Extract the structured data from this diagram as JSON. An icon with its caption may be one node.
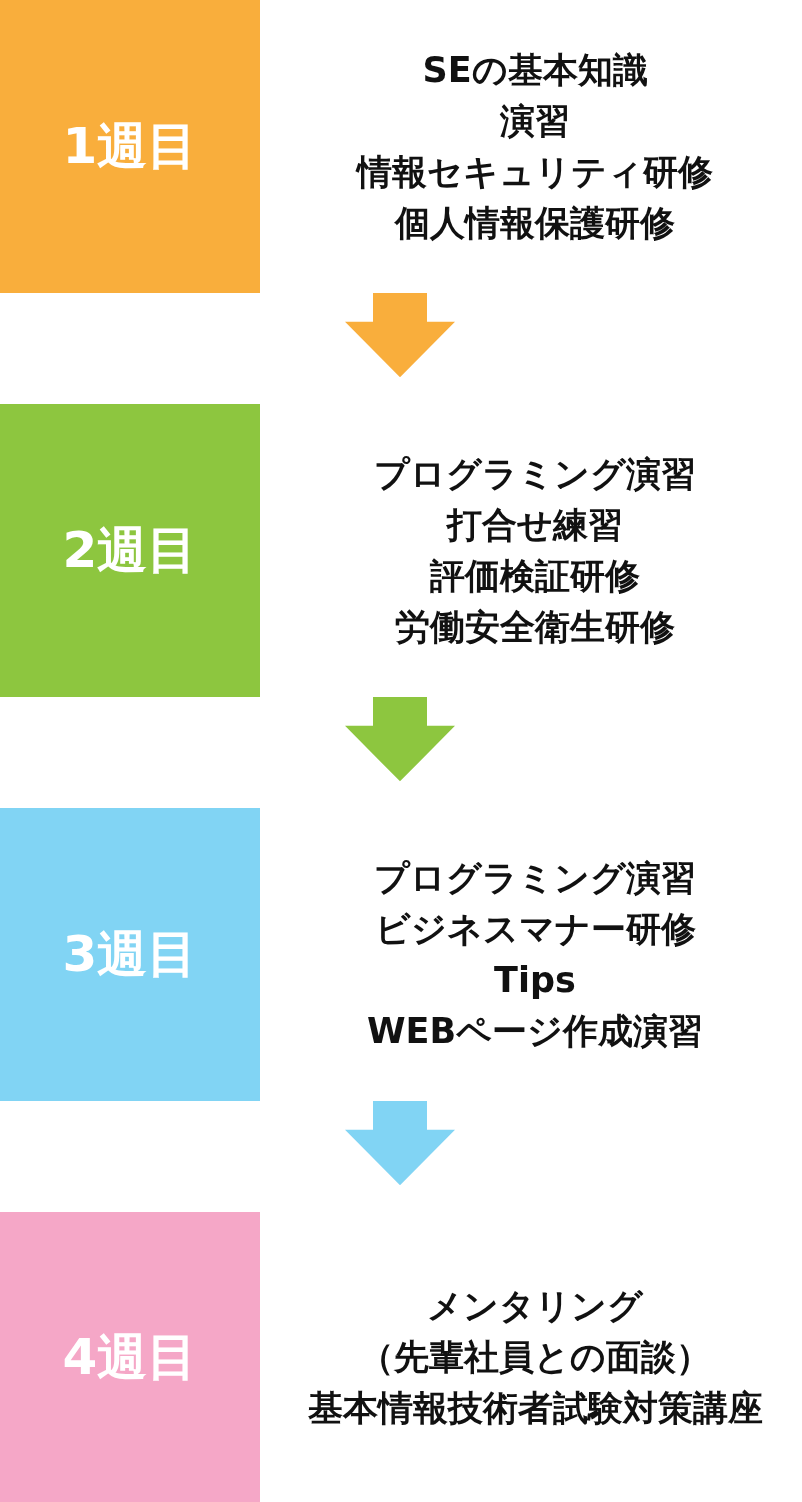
{
  "diagram": {
    "nodes": [
      {
        "text": [
          "1週目"
        ],
        "beside": [
          "SEの基本知識",
          "演習",
          "情報セキュリティ研修",
          "個人情報保護研修"
        ]
      },
      {
        "text": [
          "2週目"
        ],
        "beside": [
          "プログラミング演習",
          "打合せ練習",
          "評価検証研修",
          "労働安全衛生研修"
        ]
      },
      {
        "text": [
          "3週目"
        ],
        "beside": [
          "プログラミング演習",
          "ビジネスマナー研修",
          "Tips",
          "WEBページ作成演習"
        ]
      },
      {
        "text": [
          "4週目"
        ],
        "beside": [
          "メンタリング",
          "（先輩社員との面談）",
          "基本情報技術者試験対策講座"
        ]
      }
    ],
    "edges": [
      {
        "from": 0,
        "to": 1,
        "arrow": "to",
        "color": "#f9ae3c"
      },
      {
        "from": 1,
        "to": 2,
        "arrow": "to",
        "color": "#8dc63f"
      },
      {
        "from": 2,
        "to": 3,
        "arrow": "to",
        "color": "#81d4f4"
      }
    ]
  }
}
